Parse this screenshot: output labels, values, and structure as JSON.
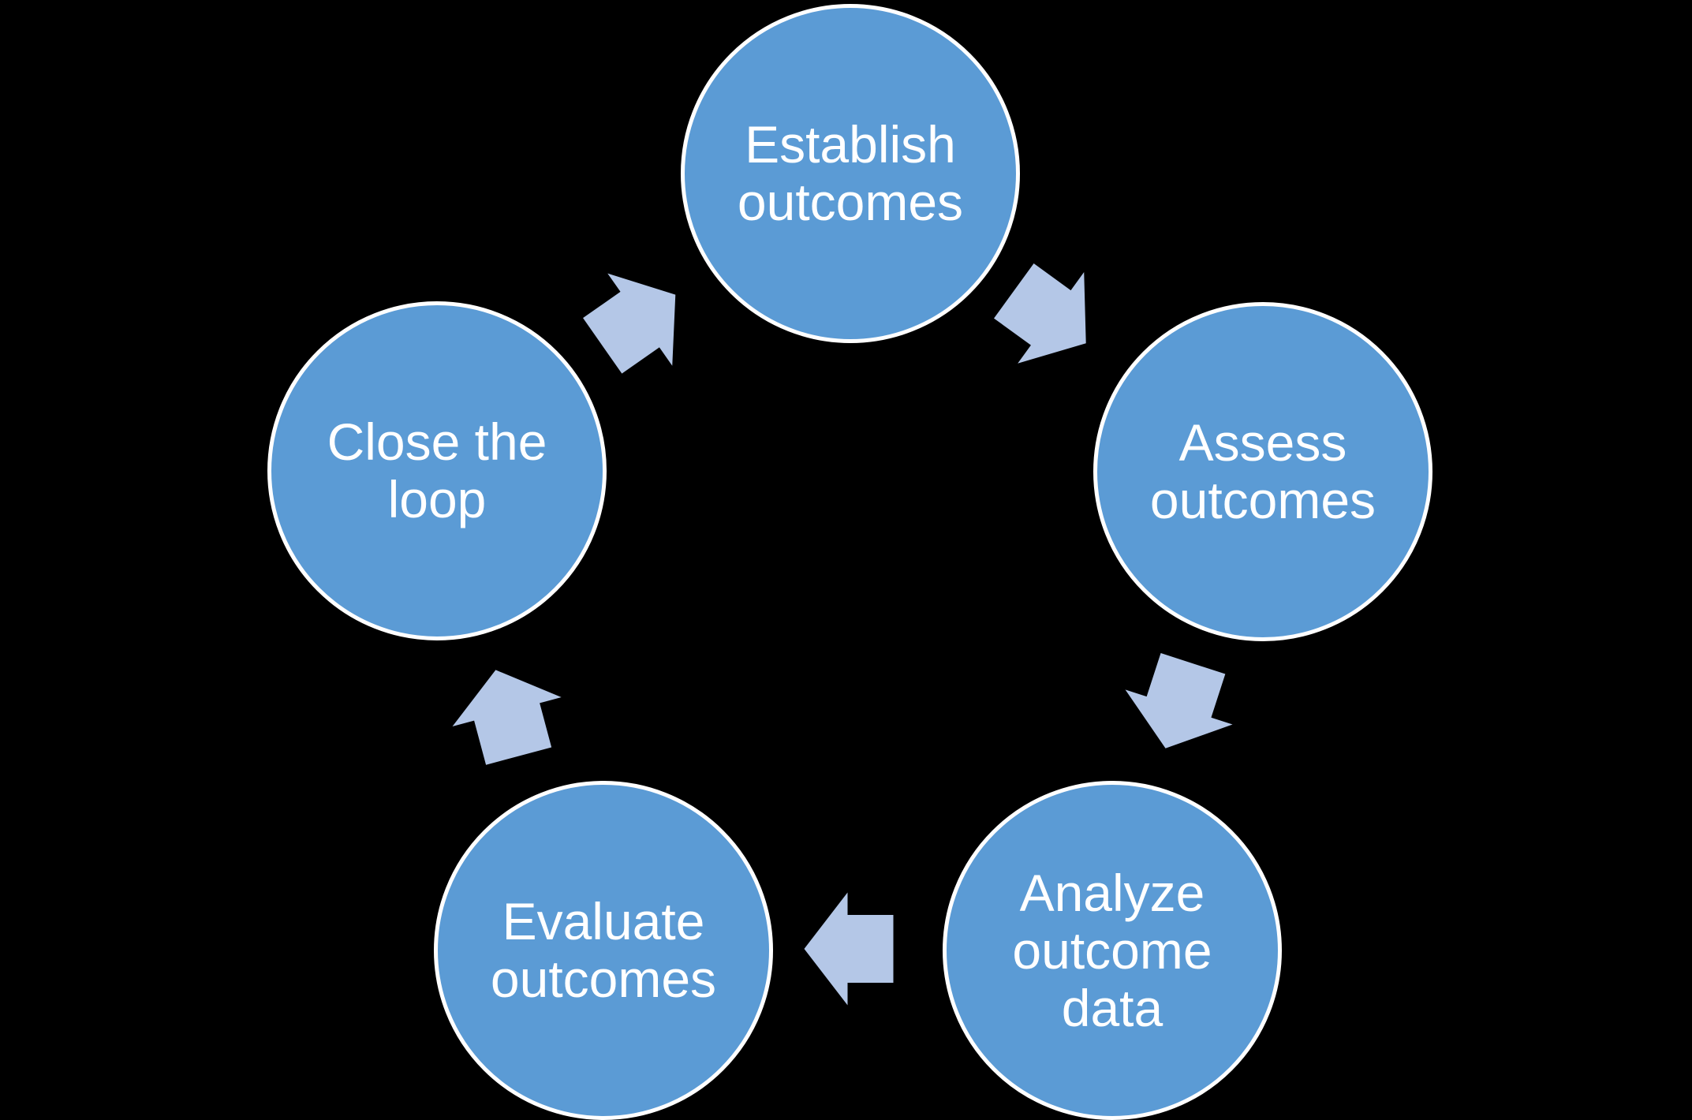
{
  "diagram": {
    "type": "cycle",
    "colors": {
      "background": "#000000",
      "node_fill": "#5B9BD5",
      "node_border": "#FFFFFF",
      "arrow_fill": "#B4C7E7",
      "label_color": "#FFFFFF"
    },
    "nodes": [
      {
        "id": "establish-outcomes",
        "label": "Establish\noutcomes"
      },
      {
        "id": "assess-outcomes",
        "label": "Assess\noutcomes"
      },
      {
        "id": "analyze-outcome-data",
        "label": "Analyze\noutcome\ndata"
      },
      {
        "id": "evaluate-outcomes",
        "label": "Evaluate\noutcomes"
      },
      {
        "id": "close-the-loop",
        "label": "Close the\nloop"
      }
    ],
    "arrows": [
      {
        "id": "establish-to-assess",
        "from": "Establish outcomes",
        "to": "Assess outcomes"
      },
      {
        "id": "assess-to-analyze",
        "from": "Assess outcomes",
        "to": "Analyze outcome data"
      },
      {
        "id": "analyze-to-evaluate",
        "from": "Analyze outcome data",
        "to": "Evaluate outcomes"
      },
      {
        "id": "evaluate-to-close",
        "from": "Evaluate outcomes",
        "to": "Close the loop"
      },
      {
        "id": "close-to-establish",
        "from": "Close the loop",
        "to": "Establish outcomes"
      }
    ]
  }
}
